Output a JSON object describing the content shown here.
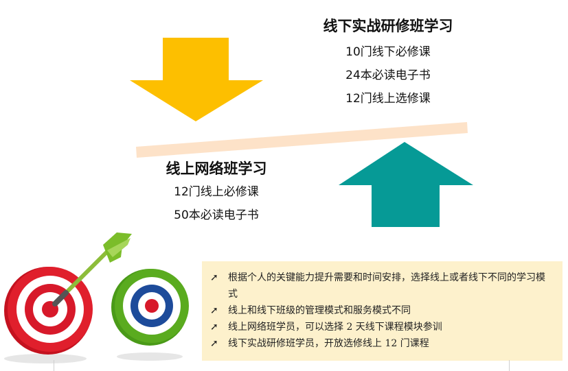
{
  "top_block": {
    "title": "线下实战研修班学习",
    "items": [
      "10门线下必修课",
      "24本必读电子书",
      "12门线上选修课"
    ]
  },
  "bottom_block": {
    "title": "线上网络班学习",
    "items": [
      "12门线上必修课",
      "50本必读电子书"
    ]
  },
  "notes": {
    "bullet_icon": "arrow-up-right-icon",
    "items": [
      "根据个人的关键能力提升需要和时间安排，选择线上或者线下不同的学习模式",
      "线上和线下班级的管理模式和服务模式不同",
      "线上网络班学员，可以选择 2 天线下课程模块参训",
      "线下实战研修班学员，开放选修线上 12 门课程"
    ]
  },
  "colors": {
    "down_arrow": "#fdbf00",
    "up_arrow": "#069a96",
    "seesaw_bar": "#fde2c8",
    "note_background": "#fdf1cc",
    "target_red": "#d7192a",
    "target_green": "#5aab1f",
    "target_blue": "#1d4b9a",
    "dart_green": "#7bbd2a"
  }
}
